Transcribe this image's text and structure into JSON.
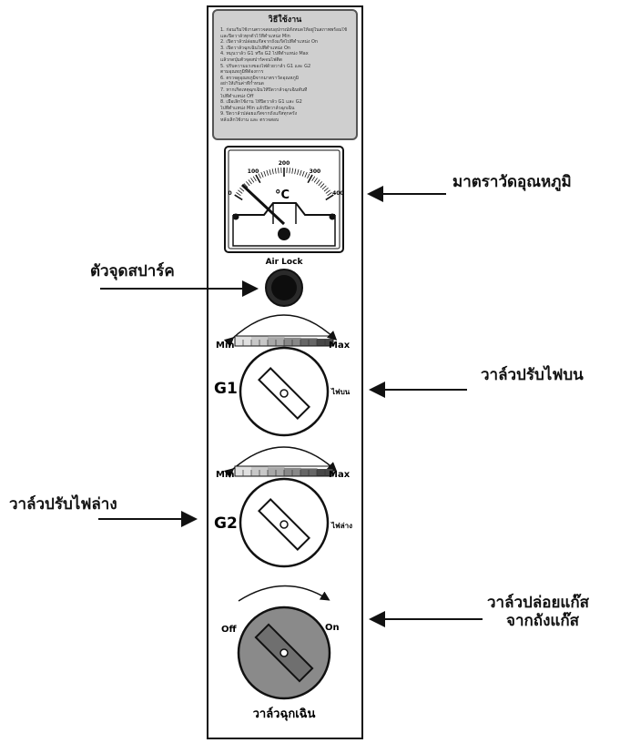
{
  "instructions": {
    "title": "วิธีใช้งาน",
    "lines": [
      "1. ก่อนเริ่มใช้งานตรวจสอบอุปกรณ์ทั้งหมดให้อยู่ในสภาพพร้อมใช้",
      "   และปิดวาล์วทุกตัวไว้ที่ตำแหน่ง Min",
      "2. เปิดวาล์วปล่อยแก๊สจากถังแก๊สไปที่ตำแหน่ง On",
      "3. เปิดวาล์วฉุกเฉินไปที่ตำแหน่ง On",
      "4. หมุนวาล์ว G1 หรือ G2 ไปที่ตำแหน่ง Max",
      "   แล้วกดปุ่มตัวจุดสปาร์คจนไฟติด",
      "5. ปรับความแรงของไฟด้วยวาล์ว G1 และ G2",
      "   ตามอุณหภูมิที่ต้องการ",
      "6. ตรวจดูอุณหภูมิจากมาตราวัดอุณหภูมิ",
      "   อย่าให้เกินค่าที่กำหนด",
      "7. หากเกิดเหตุฉุกเฉินให้ปิดวาล์วฉุกเฉินทันที",
      "   ไปที่ตำแหน่ง Off",
      "8. เมื่อเลิกใช้งาน ให้ปิดวาล์ว G1 และ G2",
      "   ไปที่ตำแหน่ง Min แล้วปิดวาล์วฉุกเฉิน",
      "9. ปิดวาล์วปล่อยแก๊สจากถังแก๊สทุกครั้ง",
      "   หลังเลิกใช้งาน และ ตรวจสอบ"
    ]
  },
  "gauge": {
    "unit": "°C",
    "scale_labels": [
      "0",
      "100",
      "200",
      "300",
      "400"
    ]
  },
  "spark": {
    "label": "Air Lock"
  },
  "dial_g1": {
    "name": "G1",
    "min": "Min",
    "max": "Max",
    "side": "ไฟบน"
  },
  "dial_g2": {
    "name": "G2",
    "min": "Min",
    "max": "Max",
    "side": "ไฟล่าง"
  },
  "emergency": {
    "off": "Off",
    "on": "On",
    "label": "วาล์วฉุกเฉิน"
  },
  "callouts": {
    "thermometer": "มาตราวัดอุณหภูมิ",
    "spark": "ตัวจุดสปาร์ค",
    "top_valve": "วาล์วปรับไฟบน",
    "bottom_valve": "วาล์วปรับไฟล่าง",
    "gas_valve_1": "วาล์วปล่อยแก๊ส",
    "gas_valve_2": "จากถังแก๊ส"
  },
  "colors": {
    "outline": "#111111",
    "instruction_box": "#cfcfcf",
    "emergency_knob": "#8a8a8a",
    "scale_bar": [
      "#e0e0e0",
      "#c8c8c8",
      "#a8a8a8",
      "#888888",
      "#666666",
      "#474747"
    ]
  }
}
